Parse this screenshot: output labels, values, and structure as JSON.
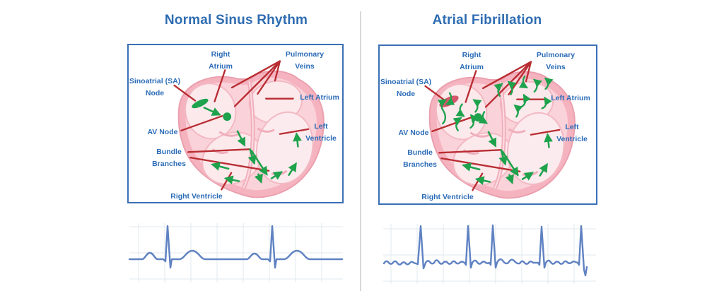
{
  "figure": {
    "description": "Comparison diagram of heart electrical conduction with ECG strips",
    "divider": "vertical separator line between the two panels"
  },
  "colors": {
    "title_blue": "#2e6cb2",
    "label_blue": "#2b6cb8",
    "leader_line_red": "#b92d32",
    "conduction_green": "#1ea24c",
    "panel_border_blue": "#3a6fb5",
    "ecg_trace_blue": "#5f82c2",
    "ecg_grid": "#e2e8ee",
    "heart_pink_outer": "#f5b3bf",
    "heart_pink_mid": "#fad2d9",
    "heart_pink_chamber": "#fce9ec",
    "sa_node_normal_green": "#1ea24c",
    "sa_node_af_red": "#d4566a"
  },
  "panels": [
    {
      "title": "Normal Sinus Rhythm",
      "labels": {
        "right_atrium_line1": "Right",
        "right_atrium_line2": "Atrium",
        "pulmonary_veins_line1": "Pulmonary",
        "pulmonary_veins_line2": "Veins",
        "sa_node_line1": "Sinoatrial (SA)",
        "sa_node_line2": "Node",
        "av_node": "AV Node",
        "left_atrium": "Left Atrium",
        "left_ventricle_line1": "Left",
        "left_ventricle_line2": "Ventricle",
        "bundle_line1": "Bundle",
        "bundle_line2": "Branches",
        "right_ventricle": "Right Ventricle"
      }
    },
    {
      "title": "Atrial Fibrillation",
      "labels": {
        "right_atrium_line1": "Right",
        "right_atrium_line2": "Atrium",
        "pulmonary_veins_line1": "Pulmonary",
        "pulmonary_veins_line2": "Veins",
        "sa_node_line1": "Sinoatrial (SA)",
        "sa_node_line2": "Node",
        "av_node": "AV Node",
        "left_atrium": "Left Atrium",
        "left_ventricle_line1": "Left",
        "left_ventricle_line2": "Ventricle",
        "bundle_line1": "Bundle",
        "bundle_line2": "Branches",
        "right_ventricle": "Right Ventricle"
      }
    }
  ]
}
